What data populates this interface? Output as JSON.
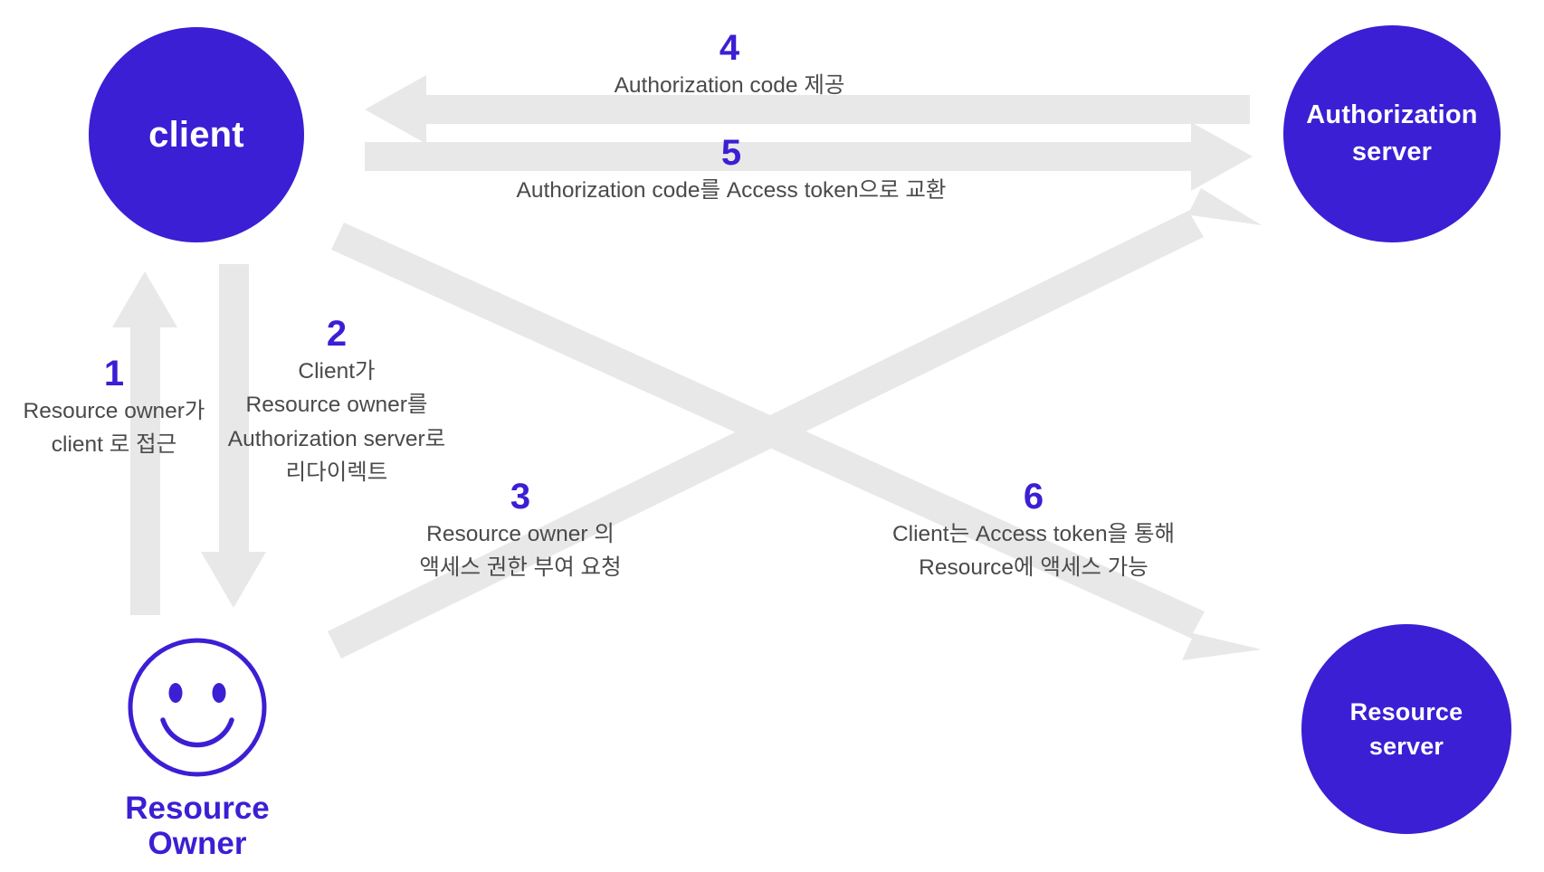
{
  "diagram": {
    "title": "OAuth 2.0 Authorization Code Flow",
    "colors": {
      "node_fill": "#3b1fd4",
      "node_text": "#ffffff",
      "accent": "#3b1fd4",
      "arrow": "#e8e8e8",
      "body_text": "#4a4a4a",
      "background": "#ffffff"
    }
  },
  "nodes": {
    "client": {
      "label": "client"
    },
    "authorization_server": {
      "line1": "Authorization",
      "line2": "server"
    },
    "resource_server": {
      "line1": "Resource",
      "line2": "server"
    },
    "resource_owner": {
      "label": "Resource\nOwner",
      "icon": "smiley-face-icon"
    }
  },
  "steps": [
    {
      "number": "1",
      "text": "Resource owner가\nclient 로 접근",
      "from": "resource-owner",
      "to": "client",
      "arrow": "vertical-up-arrow"
    },
    {
      "number": "2",
      "text": "Client가\nResource owner를\nAuthorization server로\n리다이렉트",
      "from": "client",
      "to": "resource-owner",
      "arrow": "vertical-down-arrow"
    },
    {
      "number": "3",
      "text": "Resource owner 의\n액세스 권한 부여 요청",
      "from": "resource-owner",
      "to": "authorization-server",
      "arrow": "diagonal-up-right-arrow"
    },
    {
      "number": "4",
      "text": "Authorization code 제공",
      "from": "authorization-server",
      "to": "client",
      "arrow": "horizontal-left-arrow"
    },
    {
      "number": "5",
      "text": "Authorization code를 Access token으로 교환",
      "from": "client",
      "to": "authorization-server",
      "arrow": "horizontal-right-arrow"
    },
    {
      "number": "6",
      "text": "Client는 Access token을 통해\nResource에 액세스 가능",
      "from": "client",
      "to": "resource-server",
      "arrow": "diagonal-down-right-arrow"
    }
  ]
}
